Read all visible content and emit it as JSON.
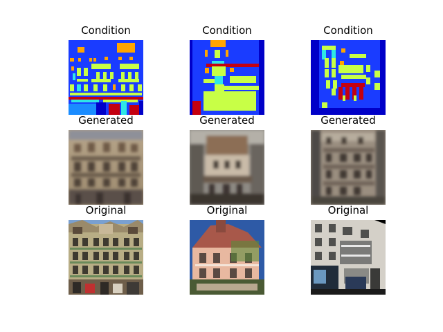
{
  "rows": [
    {
      "label": "Condition"
    },
    {
      "label": "Generated"
    },
    {
      "label": "Original"
    }
  ],
  "colors": {
    "background": "#ffffff",
    "condition_blue": "#1a3cff",
    "condition_yellow": "#c8ff46",
    "condition_cyan": "#2ee6e6",
    "condition_orange": "#ffa500",
    "condition_red": "#c40010",
    "condition_navy": "#0000c8"
  }
}
